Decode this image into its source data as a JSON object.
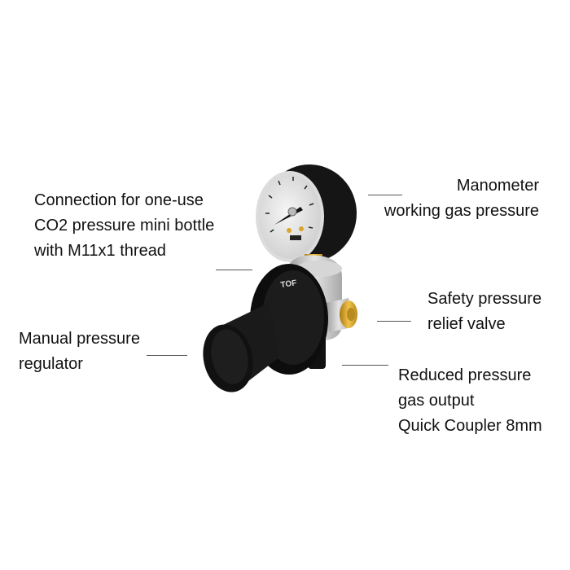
{
  "labels": {
    "connection": [
      "Connection for one-use",
      "CO2 pressure mini bottle",
      "with M11x1 thread"
    ],
    "manometer": [
      "Manometer",
      "working gas pressure"
    ],
    "safety_valve": [
      "Safety pressure",
      "relief valve"
    ],
    "manual_regulator": [
      "Manual pressure",
      "regulator"
    ],
    "output": [
      "Reduced pressure",
      "gas output",
      "Quick Coupler 8mm"
    ]
  },
  "product": {
    "brand_mark": "TOF"
  },
  "colors": {
    "black_body": "#111111",
    "silver_body": "#c8c8c8",
    "brass": "#d9a52b",
    "gauge_face": "#ececec"
  }
}
